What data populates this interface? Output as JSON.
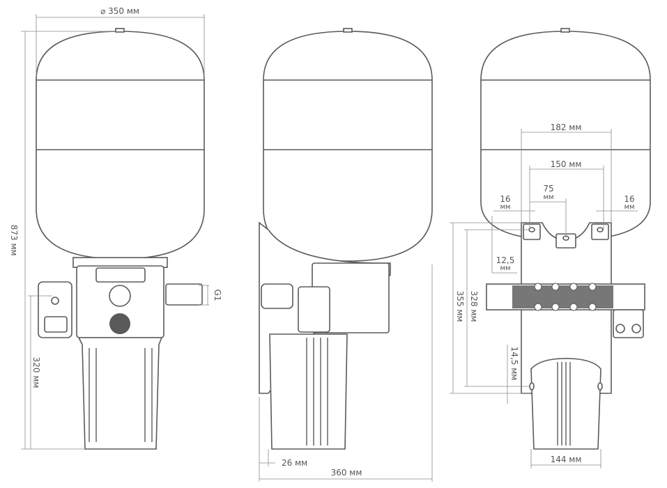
{
  "title": "Pressure tank with filter unit — dimensional drawing",
  "front_view": {
    "diameter_label": "⌀ 350 мм",
    "height_label": "873 мм",
    "pipe_height_label": "320 мм",
    "thread_label": "G1"
  },
  "side_view": {
    "offset_label": "26 мм",
    "depth_label": "360 мм"
  },
  "back_view": {
    "width_182_label": "182 мм",
    "width_150_label": "150 мм",
    "width_75_value": "75",
    "unit": "мм",
    "left_16_value": "16",
    "right_16_value": "16",
    "top_12_5_value": "12,5",
    "height_355_label": "355 мм",
    "height_328_label": "328 мм",
    "bottom_14_5_label": "14,5 мм",
    "filter_width_label": "144 мм"
  }
}
